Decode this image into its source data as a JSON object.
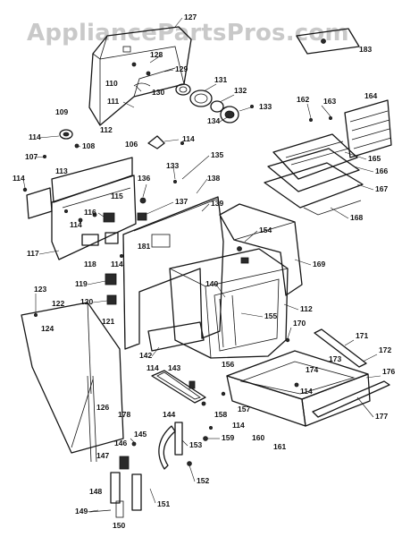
{
  "watermark": "AppliancePartsPros.com",
  "labels": {
    "l183": "183",
    "l127": "127",
    "l128": "128",
    "l129": "129",
    "l110": "110",
    "l131": "131",
    "l130": "130",
    "l132": "132",
    "l111": "111",
    "l133a": "133",
    "l134": "134",
    "l109": "109",
    "l112a": "112",
    "l114a": "114",
    "l108": "108",
    "l106": "106",
    "l114b": "114",
    "l162": "162",
    "l163": "163",
    "l164": "164",
    "l107": "107",
    "l113": "113",
    "l133b": "133",
    "l135": "135",
    "l165": "165",
    "l166": "166",
    "l114c": "114",
    "l136": "136",
    "l138": "138",
    "l167": "167",
    "l115": "115",
    "l137": "137",
    "l139": "139",
    "l168": "168",
    "l116": "116",
    "l114d": "114",
    "l181": "181",
    "l154": "154",
    "l117": "117",
    "l118": "118",
    "l114e": "114",
    "l169": "169",
    "l119": "119",
    "l140": "140",
    "l123": "123",
    "l122": "122",
    "l120": "120",
    "l121": "121",
    "l112b": "112",
    "l155": "155",
    "l124": "124",
    "l170": "170",
    "l171": "171",
    "l172": "172",
    "l142": "142",
    "l173": "173",
    "l114f": "114",
    "l143": "143",
    "l156": "156",
    "l174": "174",
    "l176": "176",
    "l114g": "114",
    "l126": "126",
    "l178": "178",
    "l144": "144",
    "l158": "158",
    "l157": "157",
    "l114h": "114",
    "l177": "177",
    "l145": "145",
    "l146": "146",
    "l159": "159",
    "l160": "160",
    "l161": "161",
    "l147": "147",
    "l153": "153",
    "l152": "152",
    "l148": "148",
    "l151": "151",
    "l149": "149",
    "l150": "150"
  }
}
